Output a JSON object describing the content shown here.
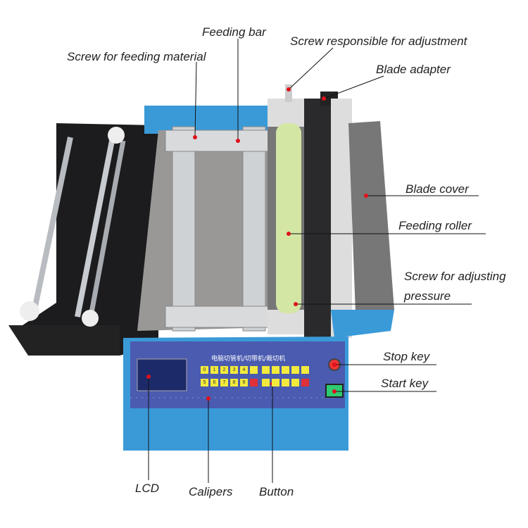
{
  "labels": {
    "feeding_bar": "Feeding bar",
    "screw_feeding": "Screw for feeding material",
    "screw_adjustment": "Screw responsible for adjustment",
    "blade_adapter": "Blade adapter",
    "blade_cover": "Blade cover",
    "feeding_roller": "Feeding roller",
    "screw_pressure_1": "Screw for adjusting",
    "screw_pressure_2": "pressure",
    "stop_key": "Stop key",
    "start_key": "Start key",
    "lcd": "LCD",
    "calipers": "Calipers",
    "button": "Button"
  },
  "panel": {
    "title": "电脑切管机/切带机/裁切机",
    "keys_row1": [
      "0",
      "1",
      "2",
      "3",
      "4",
      "",
      "",
      "",
      "",
      "",
      ""
    ],
    "keys_row2": [
      "5",
      "6",
      "7",
      "8",
      "9",
      "",
      "",
      "",
      "",
      "",
      ""
    ]
  },
  "colors": {
    "machine_blue": "#3a9ad8",
    "panel": "#4a5bb0",
    "marker": "#e0101a"
  }
}
